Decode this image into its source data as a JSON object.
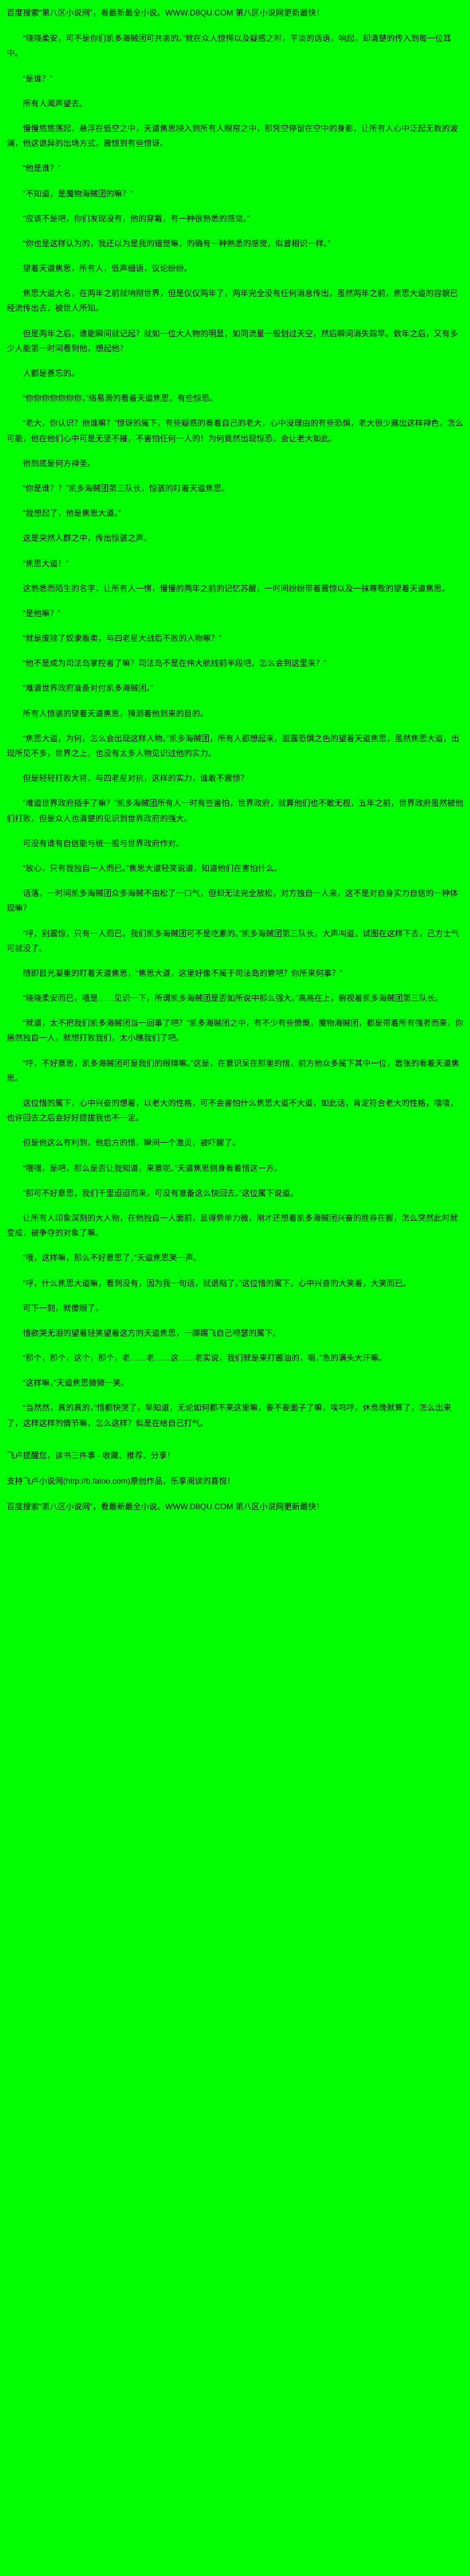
{
  "colors": {
    "background": "#00ff00",
    "text": "#000000"
  },
  "header": {
    "promo": "百度搜索“第八区小说网”，看最新最全小说。WWW.D8QU.COM  第八区小说网更新最快！"
  },
  "content": {
    "paragraphs": [
      "“晓晓柔安，可不是你们凯多海贼团可共衾的。”就在众人惊愕以及疑惑之时，平淡的话语，响起，却清楚的传入到每一位耳中。",
      "“是谁？”",
      "所有人闻声望去。",
      "慢慢悠悠荡起，悬浮在低空之中，天道焦思映入到所有人眼帘之中，那凭空停留在空中的身影，让所有人心中泛起无数的波澜，他这诡异的出场方式，震惊到有些惊讶。",
      "“他是谁？”",
      "“不知道，是魔物海贼团的嘛？”",
      "“应该不是吧，你们发现没有，他的穿戴，有一种很熟悉的感觉。”",
      "“你也是这样认为的，我还以为是我的错觉嘛，的确有一种熟悉的感觉，似曾相识一样。”",
      "望着天道焦思，所有人，低声细语，议论纷纷。",
      "焦思大道大名，在两年之前就响彻世界，但是仅仅两年了，两年完全没有任何消息传出，虽然两年之前，焦思大道的容貌已经流传出去，被世人所知。",
      "但是两年之后，谁能瞬间就记起？就如一位大人物的明显，如同流星一般划过天空，然后瞬间消失踪早。数年之后，又有多少人能第一时间看到他，想起他？",
      "人都是善忘的。",
      "“你你你你你你你，”络易滑的看着天道焦思，有些惊恐。",
      "“老大，你认识？他谁嘛？”惊讶的属下，有些疑惑的看着自己的老大，心中没理由的有些恐惧，老大很少露出这样神色，怎么可能，他在他们心中可是无坚不摧，不害怕任何一人的！为何竟然出现惊恐，会让老大如此。",
      "他到底是何方神圣。",
      "“你是谁？？”凯多海贼团第三队长，惊骇的盯着天道焦思。",
      "“我想起了，他是焦思大道。”",
      "这是突然人群之中，传出惊骇之声。",
      "“焦思大道！”",
      "这熟悉而陌生的名字，让所有人一愣，慢慢的两年之前的记忆苏醒，一时间纷纷带着震惊以及一抹尊敬的望着天道焦思。",
      "“是他嘛？”",
      "“就是废除了奴隶贩卖，与四老星大战后不败的人物嘛？”",
      "“他不是成为司法岛掌控者了嘛？司法岛不是在伟大航线前半段吧，怎么会到这里来？”",
      "“难道世界政府准备对付凯多海贼团。”",
      "所有人惊骇的望着天道焦思，猜测着他到来的目的。",
      "“焦思大道，为何，怎么会出现这样人物。”凯多海贼团，所有人都想起来，面露恐惧之色的望着天道焦思，虽然焦思大道，出现所见不多，世界之上，也没有太多人物见识过他的实力。",
      "但是轻轻打败大将，与四老星对抗，这样的实力，谁敢不震惊？",
      "“难道世界政府插手了嘛？”凯多海贼团所有人一时有些害怕，世界政府，就算他们也不敢无视，五年之前，世界政府虽然被他们打败，但是众人也清楚的见识到世界政府的强大。",
      "可没有谁有自信能与统一般与世界政府作对。",
      "“放心，只有我独自一人而已。”焦思大道轻笑说道，知道他们在害怕什么。",
      "话落，一时间凯多海贼团众多海贼不由松了一口气，但却无法完全放松，对方独自一人来，这不是对自身实力自信的一种体现嘛？",
      "“呼，别震惊，只有一人而已，我们凯多海贼团可不是吃素的。”凯多海贼团第三队长，大声叫道，试图在这样下去，己方士气可就没了。",
      "随即目光凝重的盯着天道焦思，“焦思大道，这里好像不属于司法岛的管吧？你所来何事？”",
      "“晓晓柔安而已，哦是……见识一下，所谓凯多海贼团是否如所说中那么强大。”高高在上，俯视着凯多海贼团第三队长。",
      "“就道，太不把我们凯多海贼团当一回事了吧？”凯多海贼团之中，有不少有些愤慨，魔物海贼团，都是带着所有强者而来，你居然独自一人，就想打败我们，太小瞧我们了吧。",
      "“呼，不好意思，凯多海贼团可是我们的眼睛嘛。”这是，在意识呆在那里的惜，前方他众多属下其中一位，嚣张的看着天道焦思。",
      "这位惜的属下，心中兴奋的想着，以老大的性格，可不会害怕什么焦思大道不大道，如此话，肯定符合老大的性格，嘻嘻，也许回去之后会好好提拔我也不一定。",
      "但是他这么有利到，他后方的惜，瞬间一个激灵，被吓醒了。",
      "“哦嘿，是吧，那么是否让我知道，来意呢。”天道焦思侧身看着惜这一方。",
      "“那可不好意思，我们千里迢迢而来，可没有准备这么快回去。”这位属下说道。",
      "让所有人印象深刻的大人物，在他独自一人面前，显得势单力微，刚才还想着凯多海贼团兴奋的胜券在握，怎么突然此时就变成，被争夺的对象了嘛。",
      "“哦，这样嘛，那么不好意思了，”天道焦思笑一声。",
      "“呼，什么焦思大道嘛，看到没有，因为我一句话，就退缩了。”这位惜的属下，心中兴奋的大笑着，大笑而已。",
      "可下一刻，就傻眼了。",
      "惜欲哭无泪的望着轻笑望着这方的天道焦思，一脚踢飞自己嘚瑟的属下。",
      "“那个，那个，这个，那个，老……老……这……老实说，我们就是来打酱油的，嗯，”急的满头大汗嘛。",
      "“这样嘛，”天道焦思微微一笑。",
      "“当然然，真的真的，”惜都快哭了，早知道，无论如何都不来这里嘛，要不要面子了嘛，唉呜呼，休息晚就算了，怎么出来了，这样这样的情节嘛，怎么这样？似是在给自己打气。"
    ]
  },
  "footer": {
    "reminder": "飞卢提醒您，读书三件事 - 收藏、推荐、分享！",
    "support": "支持飞卢小说网(http://b.faloo.com)原创作品，乐享阅读的喜悦！",
    "promo": "百度搜索“第八区小说网”，看最新最全小说。WWW.D8QU.COM  第八区小说网更新最快！"
  }
}
